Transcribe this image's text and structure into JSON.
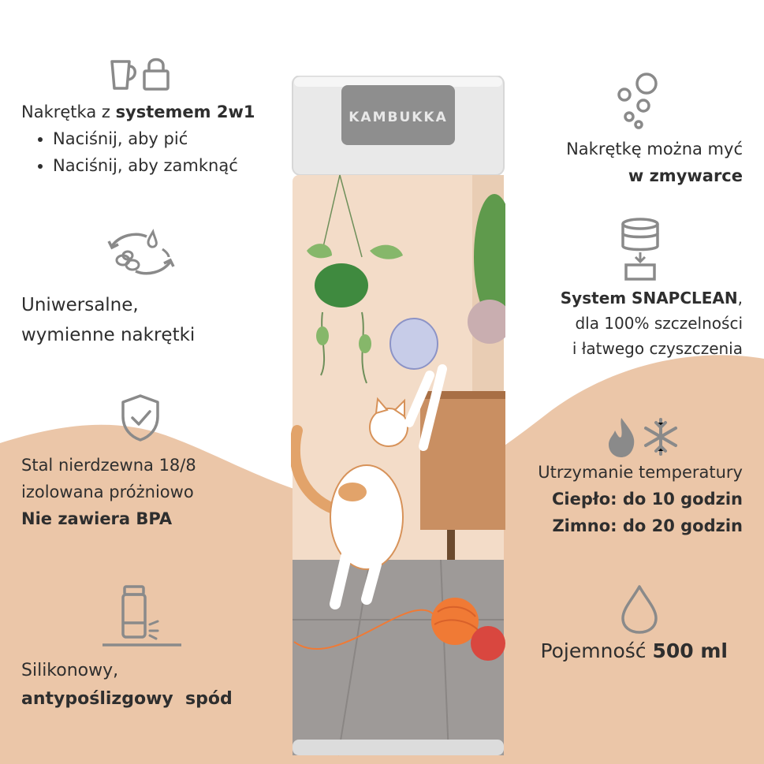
{
  "colors": {
    "peach": "#ebc6a8",
    "icon_gray": "#8a8a8a",
    "text": "#2e2e2e",
    "bottle_bg": "#f3dcc8",
    "floor": "#9e9a98",
    "cabinet": "#c98f62",
    "yarn_orange": "#f07a35",
    "yarn_red": "#d9473f"
  },
  "product": {
    "brand": "KAMBUKKA"
  },
  "features": {
    "lid": {
      "icon": "cup-lock-icon",
      "title_prefix": "Nakrętka z ",
      "title_bold": "systemem 2w1",
      "bullets": [
        "Naciśnij, aby pić",
        "Naciśnij, aby zamknąć"
      ]
    },
    "universal": {
      "icon": "swap-cycle-icon",
      "line1": "Uniwersalne,",
      "line2": "wymienne nakrętki"
    },
    "steel": {
      "icon": "shield-check-icon",
      "line1": "Stal nierdzewna 18/8",
      "line2": "izolowana próżniowo",
      "line3_bold": "Nie zawiera BPA"
    },
    "base": {
      "icon": "non-slip-bottle-icon",
      "line1": "Silikonowy,",
      "line2_bold": "antypoślizgowy  spód"
    },
    "dishwasher": {
      "icon": "bubbles-icon",
      "line1": "Nakrętkę można myć",
      "line2_bold": "w zmywarce"
    },
    "snapclean": {
      "icon": "snapclean-icon",
      "line1_bold": "System SNAPCLEAN",
      "line1_tail": ",",
      "line2": "dla 100% szczelności",
      "line3": "i łatwego czyszczenia"
    },
    "temperature": {
      "icon": "flame-snowflake-icon",
      "line1": "Utrzymanie temperatury",
      "line2_bold": "Ciepło: do 10 godzin",
      "line3_bold": "Zimno: do 20 godzin"
    },
    "capacity": {
      "icon": "drop-icon",
      "prefix": "Pojemność ",
      "bold": "500 ml"
    }
  }
}
